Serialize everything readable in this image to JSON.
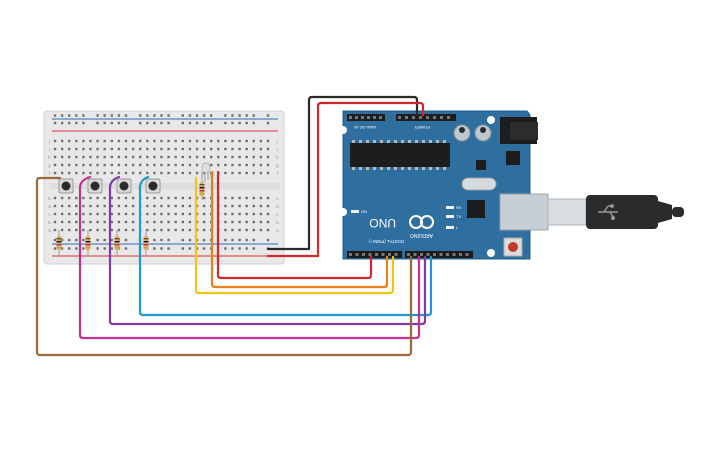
{
  "canvas": {
    "background": "#ffffff"
  },
  "arduino": {
    "model_label": "UNO",
    "brand_label": "ARDUINO",
    "digital_header_label": "DIGITAL (PWM~)",
    "analog_header_label": "ANALOG IN",
    "power_header_label": "POWER",
    "on_label": "ON",
    "tx_label": "TX",
    "rx_label": "RX",
    "l_label": "L",
    "board_color": "#2f6fa0",
    "chip_color": "#1d1d1d"
  },
  "breadboard": {
    "row_letters_top": [
      "j",
      "i",
      "h",
      "g",
      "f"
    ],
    "row_letters_bottom": [
      "e",
      "d",
      "c",
      "b",
      "a"
    ],
    "color": "#e9e9e9",
    "rail_red": "#d9343a",
    "rail_blue": "#2d6cc0"
  },
  "wires": {
    "colors": {
      "black": "#2a2a2a",
      "red": "#d1272e",
      "orange": "#e8801e",
      "yellow": "#f2c417",
      "cyan": "#1f9ad1",
      "purple": "#7b3ea1",
      "magenta": "#c0338f",
      "brown": "#9a6a3d"
    }
  },
  "components": {
    "pushbuttons": [
      "button-1",
      "button-2",
      "button-3",
      "button-4"
    ],
    "resistors": [
      "resistor-1",
      "resistor-2",
      "resistor-3",
      "resistor-4",
      "resistor-5"
    ],
    "rgb_led": "rgb-led"
  },
  "usb_cable": {
    "plug_color": "#2b2b2b"
  }
}
